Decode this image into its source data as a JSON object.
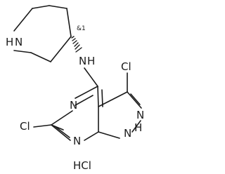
{
  "molecule": {
    "labels": {
      "n_piperidine": "N",
      "h_piperidine": "H",
      "stereo": "&1",
      "n_amine": "N",
      "h_amine": "H",
      "cl_top": "Cl",
      "n_ring_left": "N",
      "n_pyrazole": "N",
      "n_ring_bottom": "N",
      "cl_left": "Cl",
      "h_pyrazole": "H",
      "n_pyrazole_h": "N"
    },
    "salt": "HCl"
  }
}
